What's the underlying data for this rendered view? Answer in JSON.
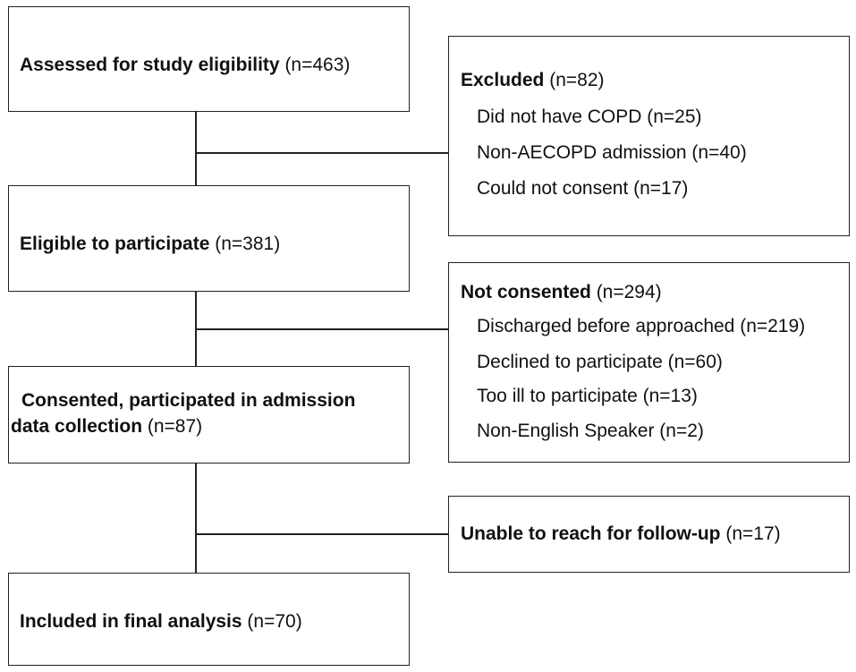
{
  "main_boxes": {
    "assessed": {
      "title": "Assessed for study eligibility",
      "count": "(n=463)"
    },
    "eligible": {
      "title": "Eligible to participate",
      "count": "(n=381)"
    },
    "consented": {
      "line1": "Consented, participated in admission",
      "line2": "data collection",
      "count": "(n=87)"
    },
    "final": {
      "title": "Included in final analysis",
      "count": "(n=70)"
    }
  },
  "side_boxes": {
    "excluded": {
      "title": "Excluded",
      "count": "(n=82)",
      "items": [
        "Did not have COPD (n=25)",
        "Non-AECOPD admission (n=40)",
        "Could not consent (n=17)"
      ]
    },
    "not_consented": {
      "title": "Not consented",
      "count": "(n=294)",
      "items": [
        "Discharged before approached (n=219)",
        "Declined to participate (n=60)",
        "Too ill to participate (n=13)",
        "Non-English Speaker (n=2)"
      ]
    },
    "unable": {
      "title": "Unable to reach for follow-up",
      "count": "(n=17)"
    }
  }
}
